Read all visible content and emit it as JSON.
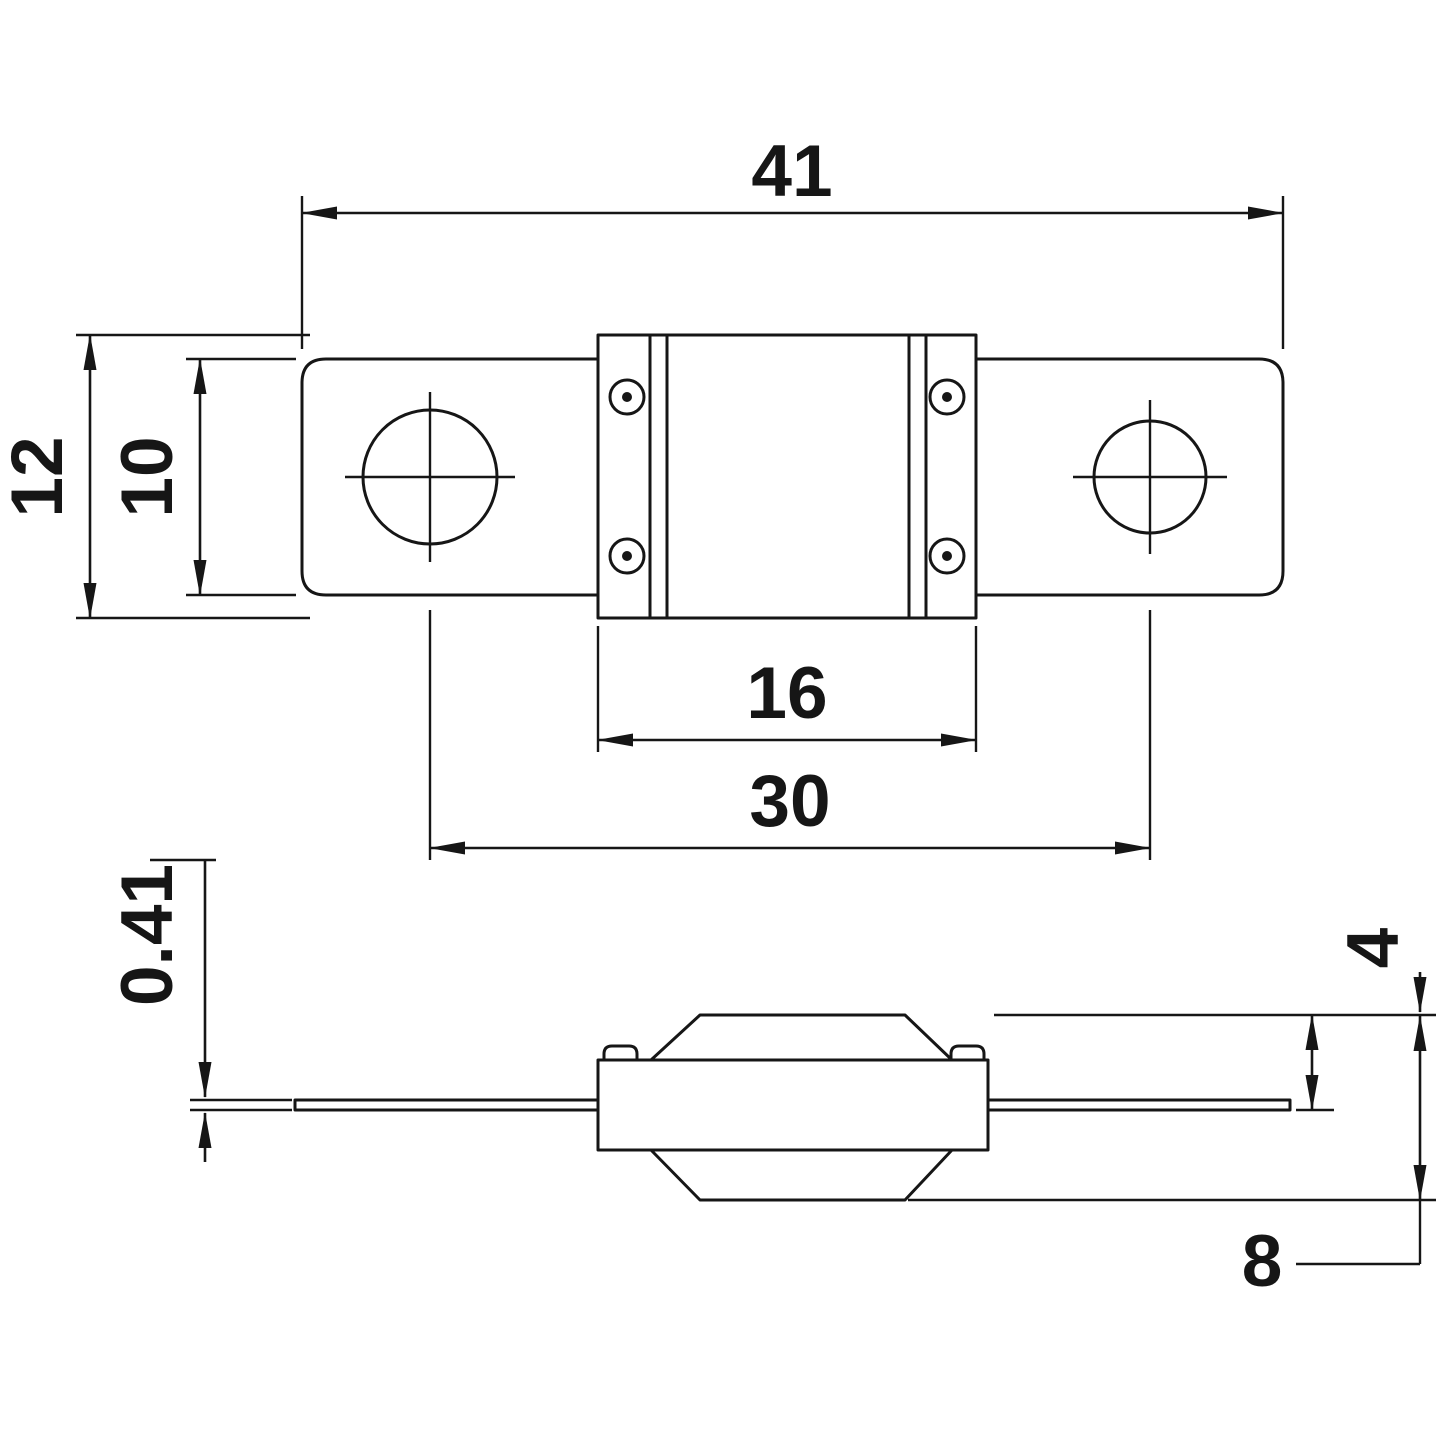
{
  "drawing": {
    "kind": "technical-dimension-drawing",
    "colors": {
      "line": "#161616",
      "background": "#ffffff"
    },
    "top_view": {
      "dims": {
        "overall_length": "41",
        "overall_width": "12",
        "terminal_width": "10",
        "body_length": "16",
        "hole_spacing": "30"
      }
    },
    "side_view": {
      "dims": {
        "blade_thickness": "0.41",
        "top_to_blade": "4",
        "overall_height": "8"
      }
    }
  }
}
